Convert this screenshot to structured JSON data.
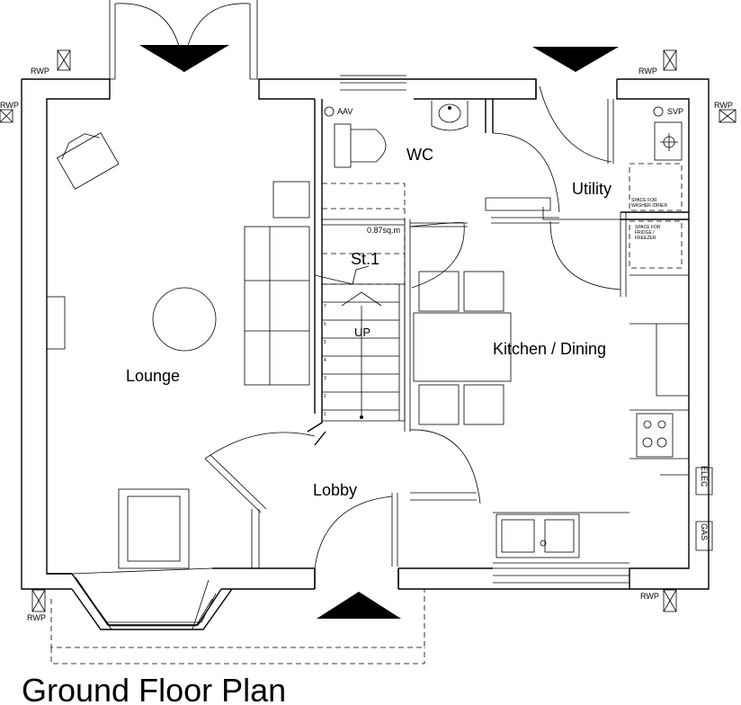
{
  "title": "Ground Floor Plan",
  "rooms": {
    "lounge": "Lounge",
    "wc": "WC",
    "utility": "Utility",
    "kitchen": "Kitchen / Dining",
    "lobby": "Lobby",
    "stairs": "St.1",
    "stairs_area": "0.87sq.m",
    "up": "UP"
  },
  "labels": {
    "rwp": "RWP",
    "aav": "AAV",
    "svp": "SVP",
    "washer_1": "SPACE FOR",
    "washer_2": "WASHER /DRIER",
    "fridge_1": "SPACE FOR",
    "fridge_2": "FRIDGE /",
    "fridge_3": "FREEZER",
    "elec": "ELEC",
    "gas": "GAS"
  },
  "stair_steps": [
    "1",
    "2",
    "3",
    "4",
    "5",
    "6",
    "7"
  ]
}
